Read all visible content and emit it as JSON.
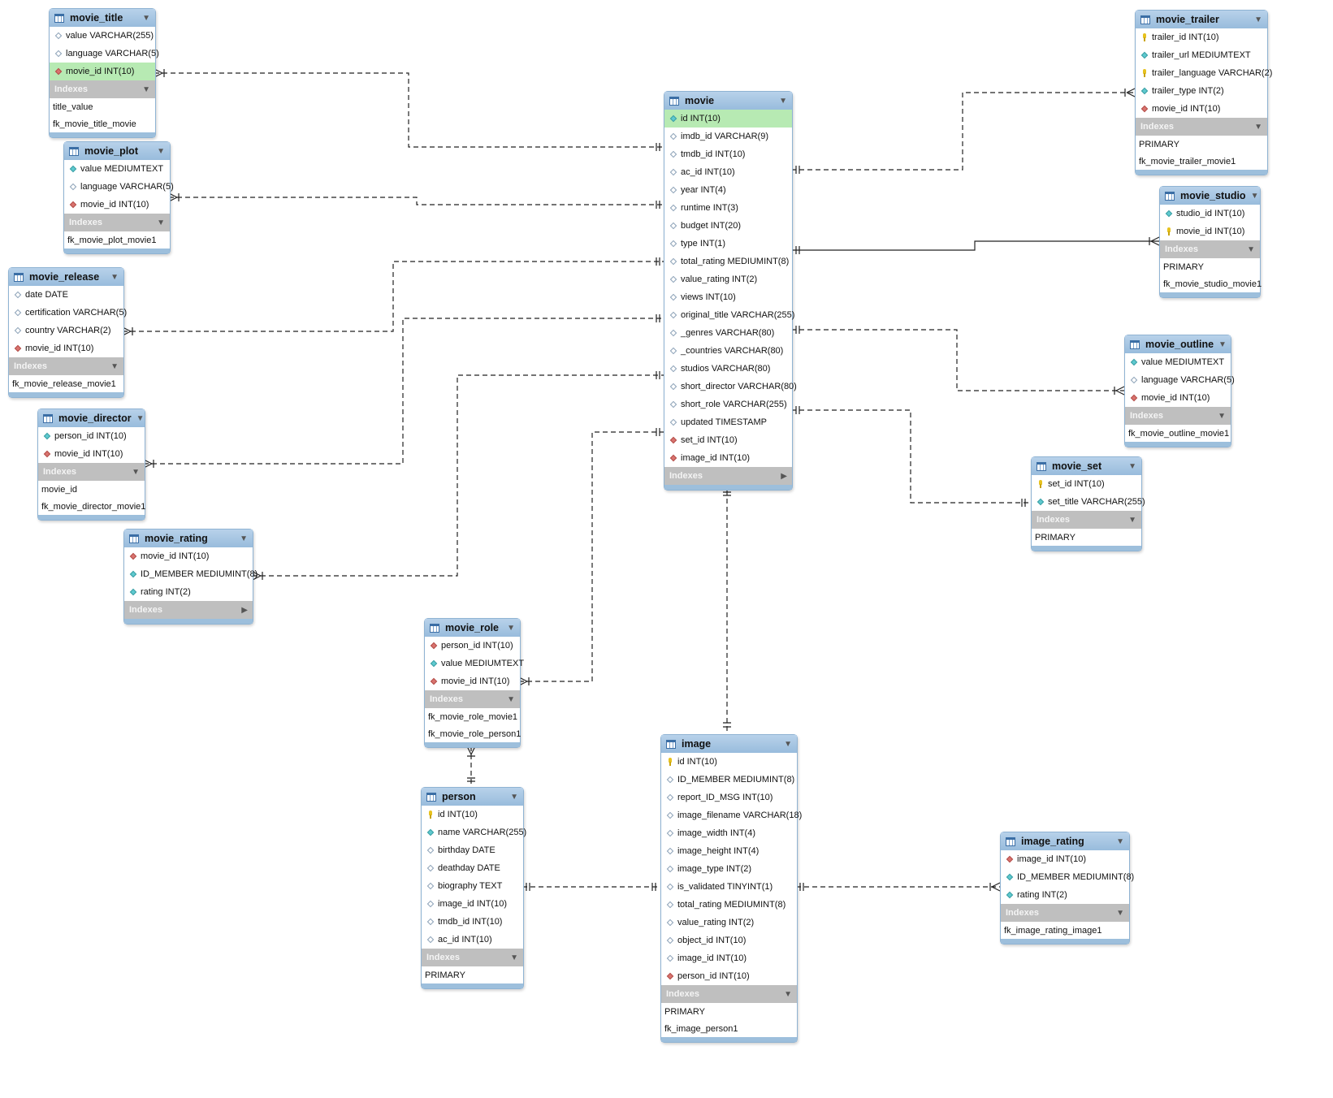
{
  "tables": {
    "movie_title": {
      "name": "movie_title",
      "columns": [
        {
          "icon": "plain",
          "text": "value VARCHAR(255)"
        },
        {
          "icon": "plain",
          "text": "language VARCHAR(5)"
        },
        {
          "icon": "fk",
          "text": "movie_id INT(10)",
          "highlight": true
        }
      ],
      "indexes_label": "Indexes",
      "indexes": [
        "title_value",
        "fk_movie_title_movie"
      ]
    },
    "movie_plot": {
      "name": "movie_plot",
      "columns": [
        {
          "icon": "nn",
          "text": "value MEDIUMTEXT"
        },
        {
          "icon": "plain",
          "text": "language VARCHAR(5)"
        },
        {
          "icon": "fk",
          "text": "movie_id INT(10)"
        }
      ],
      "indexes_label": "Indexes",
      "indexes": [
        "fk_movie_plot_movie1"
      ]
    },
    "movie_release": {
      "name": "movie_release",
      "columns": [
        {
          "icon": "plain",
          "text": "date DATE"
        },
        {
          "icon": "plain",
          "text": "certification VARCHAR(5)"
        },
        {
          "icon": "plain",
          "text": "country VARCHAR(2)"
        },
        {
          "icon": "fk",
          "text": "movie_id INT(10)"
        }
      ],
      "indexes_label": "Indexes",
      "indexes": [
        "fk_movie_release_movie1"
      ]
    },
    "movie_director": {
      "name": "movie_director",
      "columns": [
        {
          "icon": "nn",
          "text": "person_id INT(10)"
        },
        {
          "icon": "fk",
          "text": "movie_id INT(10)"
        }
      ],
      "indexes_label": "Indexes",
      "indexes": [
        "movie_id",
        "fk_movie_director_movie1"
      ]
    },
    "movie_rating": {
      "name": "movie_rating",
      "columns": [
        {
          "icon": "fk",
          "text": "movie_id INT(10)"
        },
        {
          "icon": "nn",
          "text": "ID_MEMBER MEDIUMINT(8)"
        },
        {
          "icon": "nn",
          "text": "rating INT(2)"
        }
      ],
      "indexes_label": "Indexes",
      "indexes_collapsed": true,
      "indexes": []
    },
    "movie": {
      "name": "movie",
      "columns": [
        {
          "icon": "nn",
          "text": "id INT(10)",
          "highlight": true
        },
        {
          "icon": "plain",
          "text": "imdb_id VARCHAR(9)"
        },
        {
          "icon": "plain",
          "text": "tmdb_id INT(10)"
        },
        {
          "icon": "plain",
          "text": "ac_id INT(10)"
        },
        {
          "icon": "plain",
          "text": "year INT(4)"
        },
        {
          "icon": "plain",
          "text": "runtime INT(3)"
        },
        {
          "icon": "plain",
          "text": "budget INT(20)"
        },
        {
          "icon": "plain",
          "text": "type INT(1)"
        },
        {
          "icon": "plain",
          "text": "total_rating MEDIUMINT(8)"
        },
        {
          "icon": "plain",
          "text": "value_rating INT(2)"
        },
        {
          "icon": "plain",
          "text": "views INT(10)"
        },
        {
          "icon": "plain",
          "text": "original_title VARCHAR(255)"
        },
        {
          "icon": "plain",
          "text": "_genres VARCHAR(80)"
        },
        {
          "icon": "plain",
          "text": "_countries VARCHAR(80)"
        },
        {
          "icon": "plain",
          "text": "studios VARCHAR(80)"
        },
        {
          "icon": "plain",
          "text": "short_director VARCHAR(80)"
        },
        {
          "icon": "plain",
          "text": "short_role VARCHAR(255)"
        },
        {
          "icon": "plain",
          "text": "updated TIMESTAMP"
        },
        {
          "icon": "fk",
          "text": "set_id INT(10)"
        },
        {
          "icon": "fk",
          "text": "image_id INT(10)"
        }
      ],
      "indexes_label": "Indexes",
      "indexes_collapsed": true,
      "indexes": []
    },
    "movie_trailer": {
      "name": "movie_trailer",
      "columns": [
        {
          "icon": "pk",
          "text": "trailer_id INT(10)"
        },
        {
          "icon": "nn",
          "text": "trailer_url MEDIUMTEXT"
        },
        {
          "icon": "pk",
          "text": "trailer_language VARCHAR(2)"
        },
        {
          "icon": "nn",
          "text": "trailer_type INT(2)"
        },
        {
          "icon": "fk",
          "text": "movie_id INT(10)"
        }
      ],
      "indexes_label": "Indexes",
      "indexes": [
        "PRIMARY",
        "fk_movie_trailer_movie1"
      ]
    },
    "movie_studio": {
      "name": "movie_studio",
      "columns": [
        {
          "icon": "nn",
          "text": "studio_id INT(10)"
        },
        {
          "icon": "pk",
          "text": "movie_id INT(10)"
        }
      ],
      "indexes_label": "Indexes",
      "indexes": [
        "PRIMARY",
        "fk_movie_studio_movie1"
      ]
    },
    "movie_outline": {
      "name": "movie_outline",
      "columns": [
        {
          "icon": "nn",
          "text": "value MEDIUMTEXT"
        },
        {
          "icon": "plain",
          "text": "language VARCHAR(5)"
        },
        {
          "icon": "fk",
          "text": "movie_id INT(10)"
        }
      ],
      "indexes_label": "Indexes",
      "indexes": [
        "fk_movie_outline_movie1"
      ]
    },
    "movie_set": {
      "name": "movie_set",
      "columns": [
        {
          "icon": "pk",
          "text": "set_id INT(10)"
        },
        {
          "icon": "nn",
          "text": "set_title VARCHAR(255)"
        }
      ],
      "indexes_label": "Indexes",
      "indexes": [
        "PRIMARY"
      ]
    },
    "movie_role": {
      "name": "movie_role",
      "columns": [
        {
          "icon": "fk",
          "text": "person_id INT(10)"
        },
        {
          "icon": "nn",
          "text": "value MEDIUMTEXT"
        },
        {
          "icon": "fk",
          "text": "movie_id INT(10)"
        }
      ],
      "indexes_label": "Indexes",
      "indexes": [
        "fk_movie_role_movie1",
        "fk_movie_role_person1"
      ]
    },
    "person": {
      "name": "person",
      "columns": [
        {
          "icon": "pk",
          "text": "id INT(10)"
        },
        {
          "icon": "nn",
          "text": "name VARCHAR(255)"
        },
        {
          "icon": "plain",
          "text": "birthday DATE"
        },
        {
          "icon": "plain",
          "text": "deathday DATE"
        },
        {
          "icon": "plain",
          "text": "biography TEXT"
        },
        {
          "icon": "plain",
          "text": "image_id INT(10)"
        },
        {
          "icon": "plain",
          "text": "tmdb_id INT(10)"
        },
        {
          "icon": "plain",
          "text": "ac_id INT(10)"
        }
      ],
      "indexes_label": "Indexes",
      "indexes": [
        "PRIMARY"
      ]
    },
    "image": {
      "name": "image",
      "columns": [
        {
          "icon": "pk",
          "text": "id INT(10)"
        },
        {
          "icon": "plain",
          "text": "ID_MEMBER MEDIUMINT(8)"
        },
        {
          "icon": "plain",
          "text": "report_ID_MSG INT(10)"
        },
        {
          "icon": "plain",
          "text": "image_filename VARCHAR(18)"
        },
        {
          "icon": "plain",
          "text": "image_width INT(4)"
        },
        {
          "icon": "plain",
          "text": "image_height INT(4)"
        },
        {
          "icon": "plain",
          "text": "image_type INT(2)"
        },
        {
          "icon": "plain",
          "text": "is_validated TINYINT(1)"
        },
        {
          "icon": "plain",
          "text": "total_rating MEDIUMINT(8)"
        },
        {
          "icon": "plain",
          "text": "value_rating INT(2)"
        },
        {
          "icon": "plain",
          "text": "object_id INT(10)"
        },
        {
          "icon": "plain",
          "text": "image_id INT(10)"
        },
        {
          "icon": "fk",
          "text": "person_id INT(10)"
        }
      ],
      "indexes_label": "Indexes",
      "indexes": [
        "PRIMARY",
        "fk_image_person1"
      ]
    },
    "image_rating": {
      "name": "image_rating",
      "columns": [
        {
          "icon": "fk",
          "text": "image_id INT(10)"
        },
        {
          "icon": "nn",
          "text": "ID_MEMBER MEDIUMINT(8)"
        },
        {
          "icon": "nn",
          "text": "rating INT(2)"
        }
      ],
      "indexes_label": "Indexes",
      "indexes": [
        "fk_image_rating_image1"
      ]
    }
  }
}
